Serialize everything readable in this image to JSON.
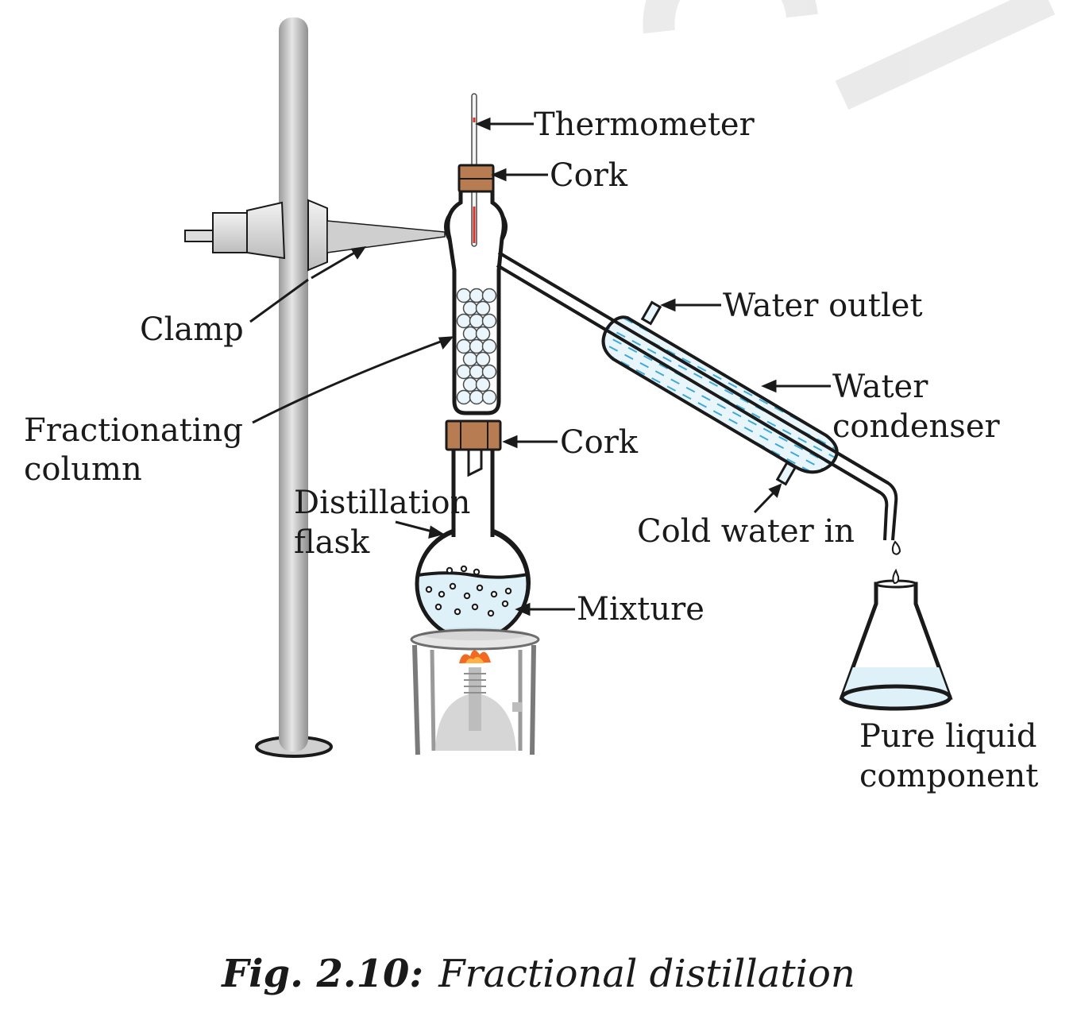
{
  "labels": {
    "thermometer": "Thermometer",
    "cork_top": "Cork",
    "clamp": "Clamp",
    "fractionating_line1": "Fractionating",
    "fractionating_line2": "column",
    "cork_bottom": "Cork",
    "distillation_line1": "Distillation",
    "distillation_line2": "flask",
    "mixture": "Mixture",
    "water_outlet": "Water outlet",
    "condenser_line1": "Water",
    "condenser_line2": "condenser",
    "cold_water": "Cold water in",
    "pure_line1": "Pure liquid",
    "pure_line2": "component"
  },
  "caption": {
    "prefix": "Fig. 2.10:",
    "title": "Fractional distillation"
  },
  "colors": {
    "cork": "#b87c52",
    "water": "#3fa9d8",
    "liquid": "#dff1f8",
    "flame": "#f26a21",
    "metal": "#c8c8c8",
    "outline": "#1a1a1a"
  }
}
